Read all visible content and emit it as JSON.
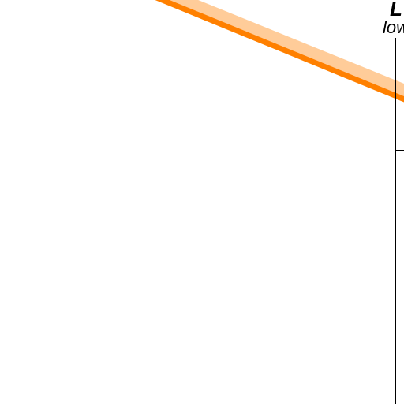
{
  "map": {
    "labels": {
      "title": "L",
      "subtitle": "low"
    },
    "colors": {
      "background": "#ffffff",
      "road_casing": "#ffcc99",
      "road_fill": "#ff8000",
      "boundary_line": "#000000"
    },
    "features": [
      {
        "kind": "road",
        "style": "orange-highlighted"
      },
      {
        "kind": "boundary-line",
        "style": "thin-black"
      }
    ]
  }
}
